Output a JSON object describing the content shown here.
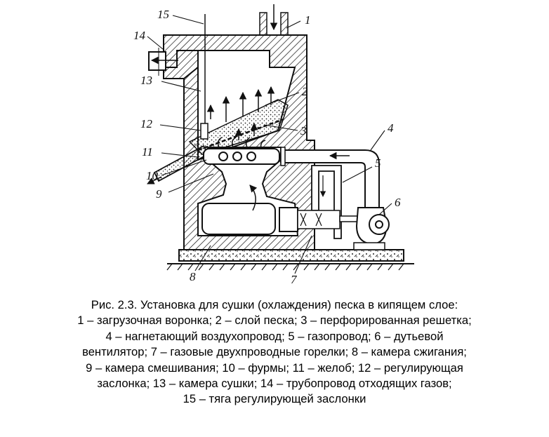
{
  "figure": {
    "labels": [
      "1",
      "2",
      "3",
      "4",
      "5",
      "6",
      "7",
      "8",
      "9",
      "10",
      "11",
      "12",
      "13",
      "14",
      "15"
    ]
  },
  "caption": {
    "lines": [
      "Рис. 2.3. Установка для сушки (охлаждения) песка в кипящем слое:",
      "1 – загрузочная воронка; 2 – слой песка; 3 – перфорированная решетка;",
      "4 – нагнетающий воздухопровод; 5 – газопровод; 6 – дутьевой",
      "вентилятор; 7 – газовые двухпроводные горелки; 8 – камера сжигания;",
      "9 – камера смешивания; 10 – фурмы; 11 – желоб; 12 – регулирующая",
      "заслонка; 13 – камера сушки; 14 – трубопровод отходящих газов;",
      "15 – тяга регулирующей заслонки"
    ]
  },
  "colors": {
    "ink": "#111111",
    "background": "#ffffff"
  }
}
